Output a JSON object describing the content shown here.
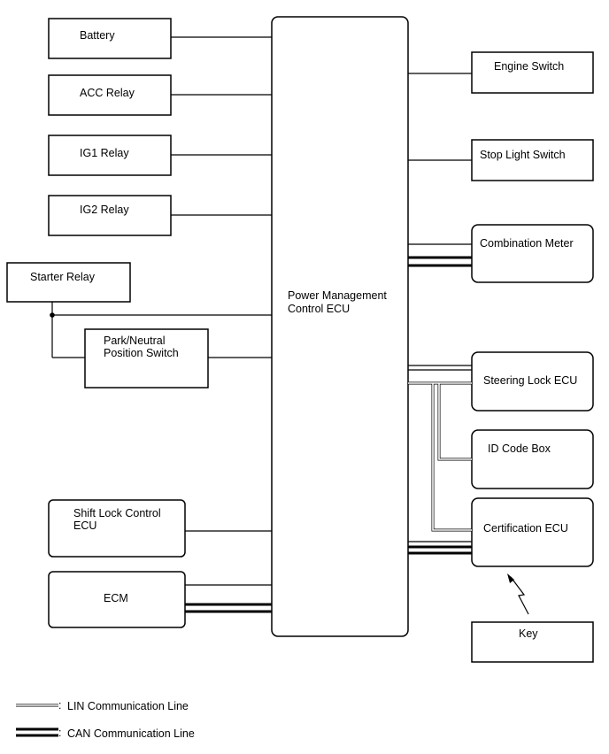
{
  "boxes": {
    "battery": "Battery",
    "acc_relay": "ACC Relay",
    "ig1_relay": "IG1 Relay",
    "ig2_relay": "IG2 Relay",
    "starter_relay": "Starter Relay",
    "park_neutral_1": "Park/Neutral",
    "park_neutral_2": "Position Switch",
    "shift_lock_1": "Shift Lock Control",
    "shift_lock_2": "ECU",
    "ecm": "ECM",
    "pm_ecu_1": "Power Management",
    "pm_ecu_2": "Control ECU",
    "engine_switch": "Engine Switch",
    "stop_light_switch": "Stop Light Switch",
    "combination_meter": "Combination Meter",
    "steering_lock_ecu": "Steering Lock ECU",
    "id_code_box": "ID Code Box",
    "certification_ecu": "Certification ECU",
    "key": "Key"
  },
  "legend": {
    "lin": "LIN Communication Line",
    "can": "CAN Communication Line"
  }
}
